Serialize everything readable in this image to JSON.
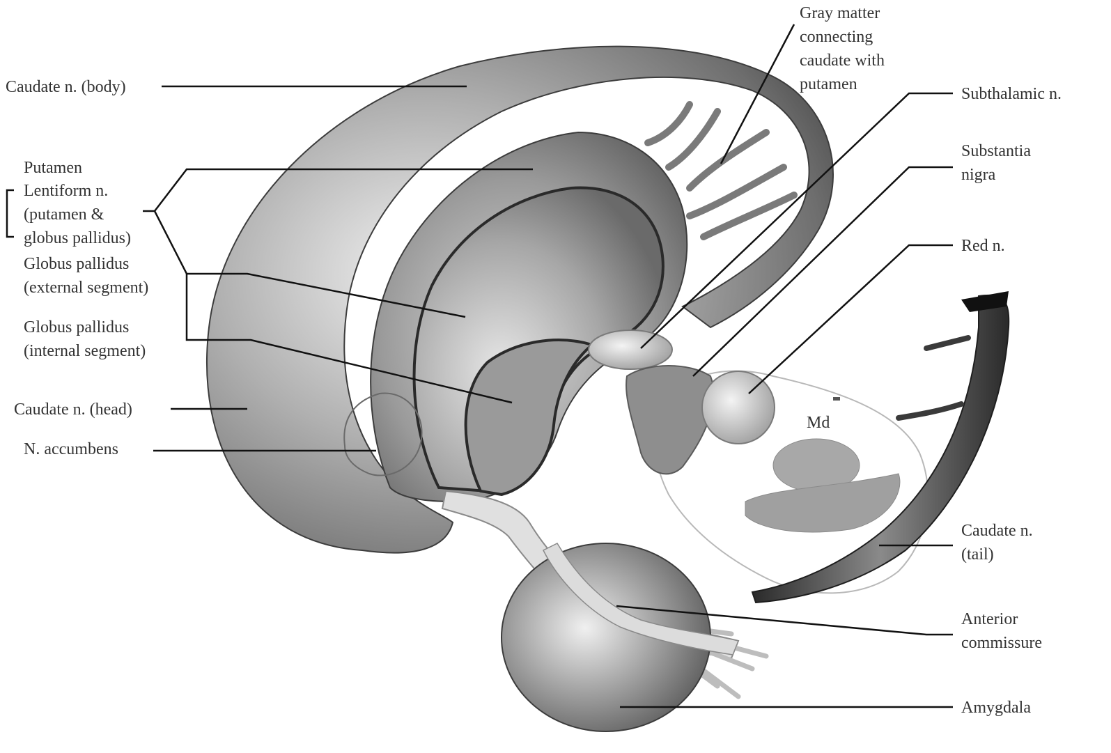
{
  "labels": {
    "caudate_body": "Caudate n. (body)",
    "putamen": "Putamen",
    "lentiform": [
      "Lentiform n.",
      "(putamen &",
      "globus pallidus)"
    ],
    "gp_external": [
      "Globus pallidus",
      "(external segment)"
    ],
    "gp_internal": [
      "Globus pallidus",
      "(internal segment)"
    ],
    "caudate_head": "Caudate n. (head)",
    "n_accumbens": "N. accumbens",
    "gray_matter": [
      "Gray matter",
      "connecting",
      "caudate with",
      "putamen"
    ],
    "subthalamic": "Subthalamic n.",
    "substantia_nigra": [
      "Substantia",
      "nigra"
    ],
    "red_nucleus": "Red n.",
    "caudate_tail": [
      "Caudate n.",
      "(tail)"
    ],
    "anterior_commissure": [
      "Anterior",
      "commissure"
    ],
    "amygdala": "Amygdala",
    "md": "Md"
  }
}
